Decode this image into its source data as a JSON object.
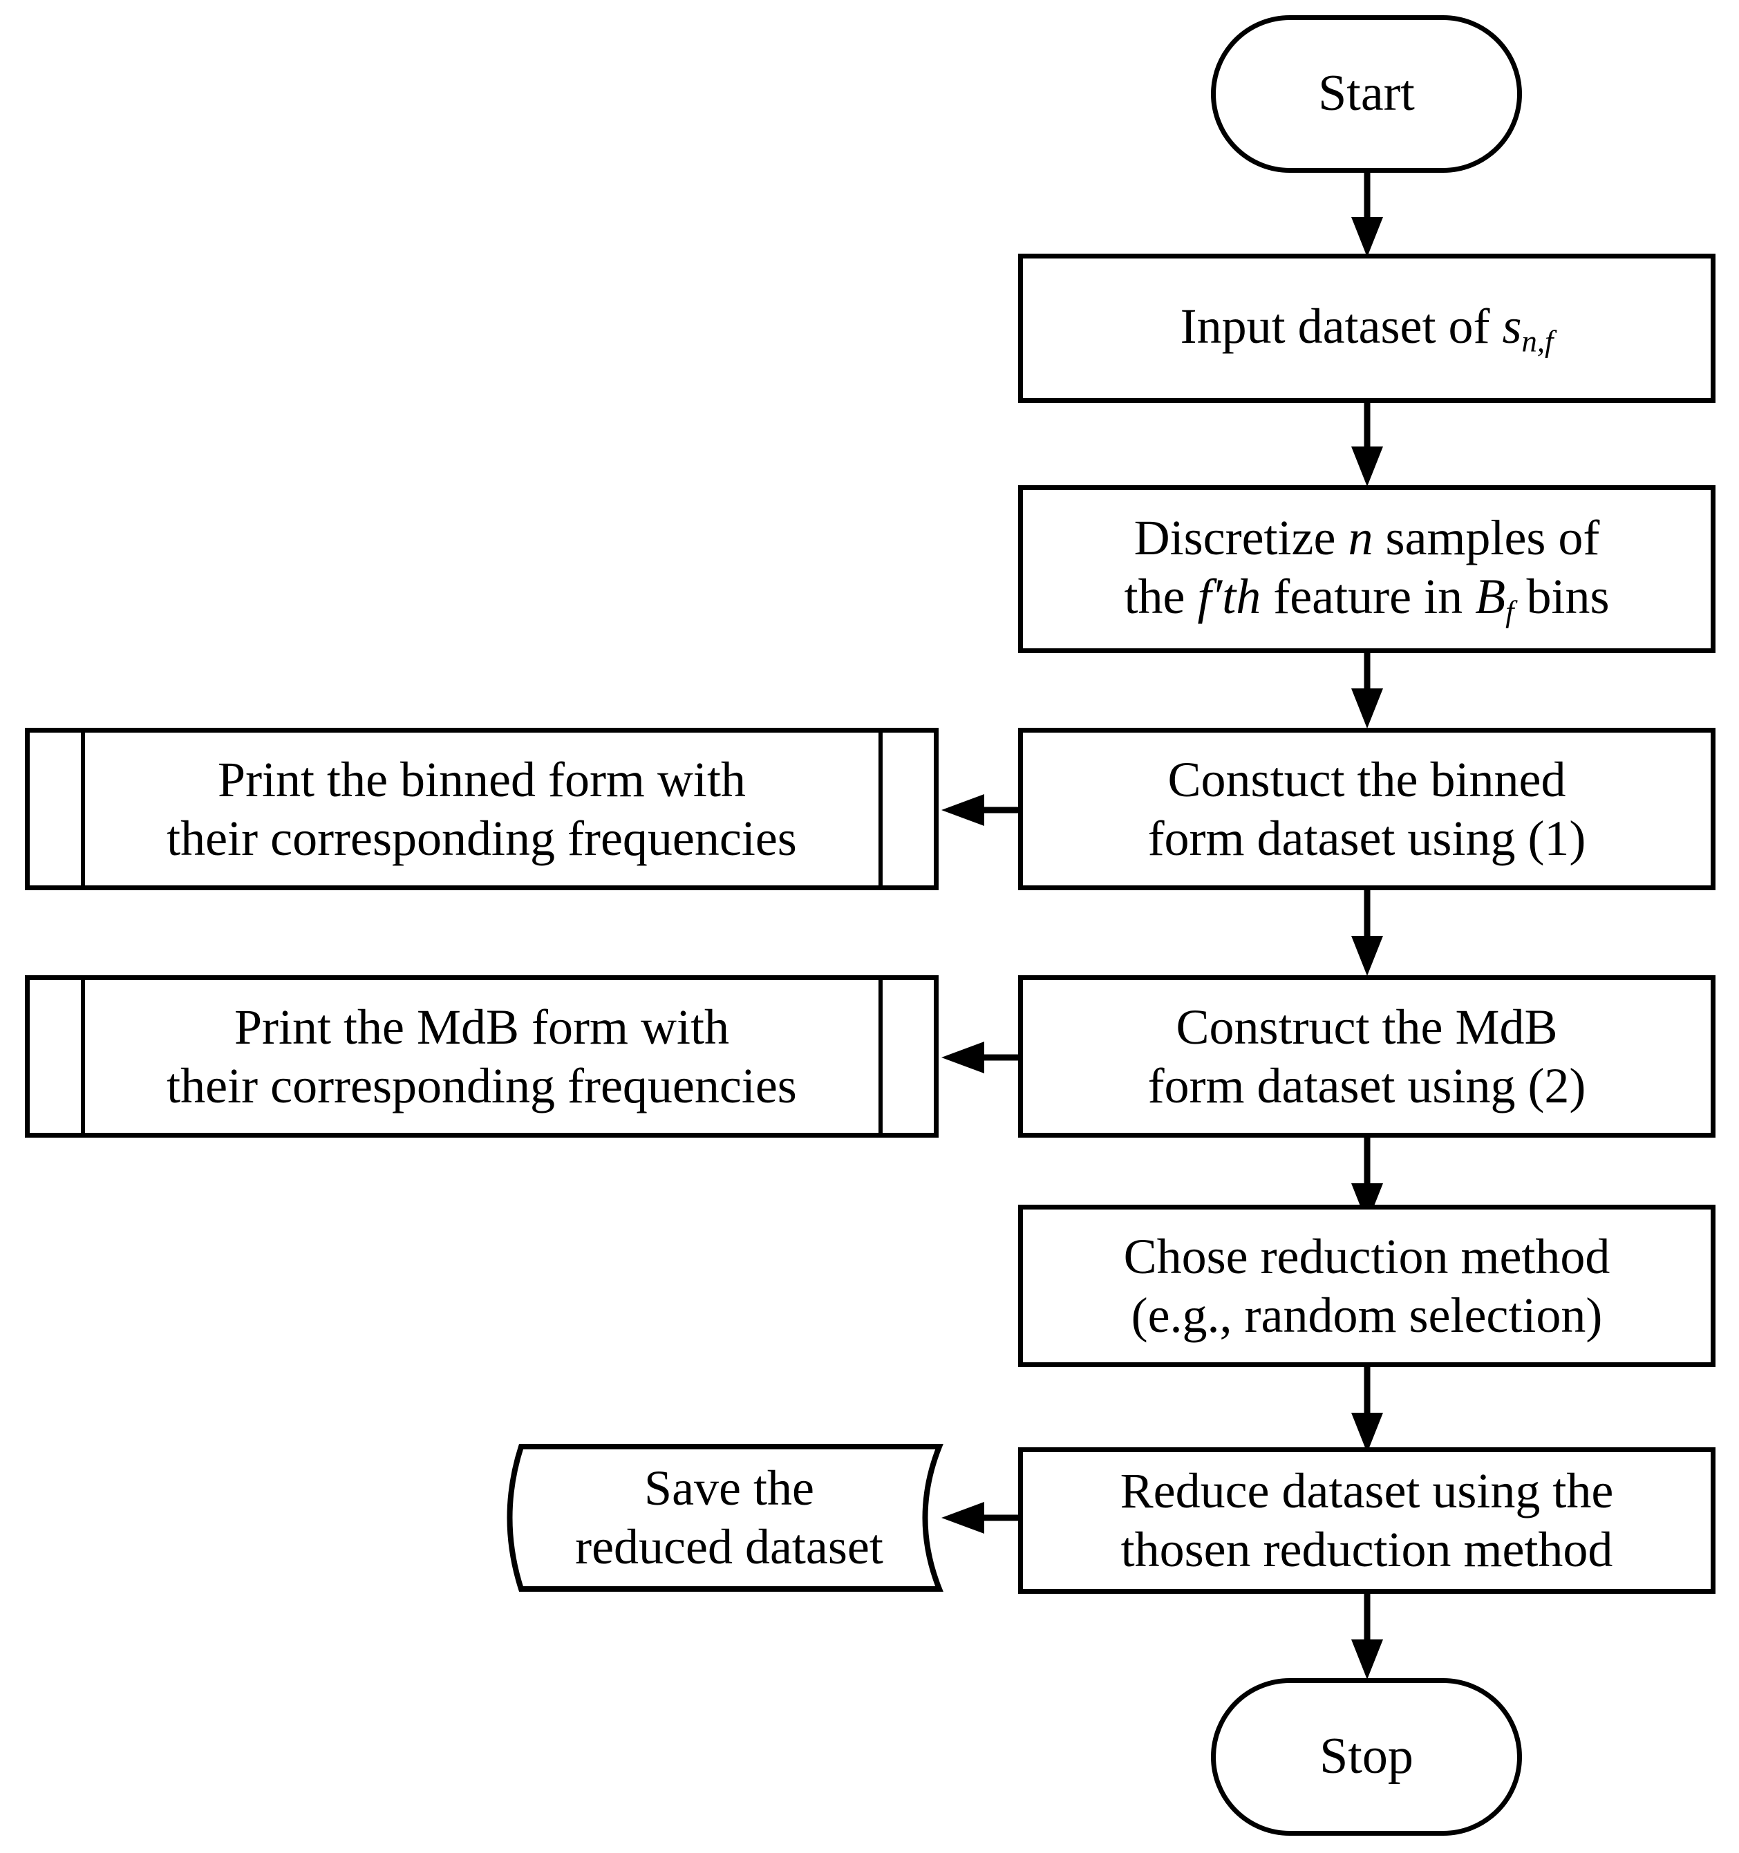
{
  "diagram": {
    "title": "Dataset binning and reduction flowchart",
    "stroke_color": "#000000",
    "background_color": "#ffffff"
  },
  "nodes": {
    "start": {
      "label": "Start",
      "shape": "terminal"
    },
    "input_dataset": {
      "label_prefix": "Input dataset of ",
      "symbol": "s",
      "symbol_subscript": "n,f",
      "shape": "process"
    },
    "discretize": {
      "line1_a": "Discretize ",
      "line1_var": "n",
      "line1_b": " samples of",
      "line2_a": "the ",
      "line2_var": "f′th",
      "line2_b": " feature in ",
      "line2_sym": "B",
      "line2_sub": "f",
      "line2_c": " bins",
      "shape": "process"
    },
    "construct_binned": {
      "label": "Constuct the binned\nform dataset using (1)",
      "shape": "process"
    },
    "print_binned": {
      "label": "Print the binned form with\ntheir corresponding frequencies",
      "shape": "predefined-process"
    },
    "construct_mdb": {
      "label": "Construct the MdB\nform dataset using (2)",
      "shape": "process"
    },
    "print_mdb": {
      "label": "Print the MdB form with\ntheir corresponding frequencies",
      "shape": "predefined-process"
    },
    "choose_method": {
      "label": "Chose reduction method\n(e.g., random selection)",
      "shape": "process"
    },
    "reduce_dataset": {
      "label": "Reduce dataset using the\nthosen reduction method",
      "shape": "process"
    },
    "save_dataset": {
      "label": "Save the\nreduced dataset",
      "shape": "stored-data"
    },
    "stop": {
      "label": "Stop",
      "shape": "terminal"
    }
  },
  "edges": [
    {
      "name": "start-to-input",
      "direction": "down"
    },
    {
      "name": "input-to-discretize",
      "direction": "down"
    },
    {
      "name": "discretize-to-construct-binned",
      "direction": "down"
    },
    {
      "name": "construct-binned-to-print-binned",
      "direction": "left"
    },
    {
      "name": "construct-binned-to-construct-mdb",
      "direction": "down"
    },
    {
      "name": "construct-mdb-to-print-mdb",
      "direction": "left"
    },
    {
      "name": "construct-mdb-to-choose",
      "direction": "down"
    },
    {
      "name": "choose-to-reduce",
      "direction": "down"
    },
    {
      "name": "reduce-to-save",
      "direction": "left"
    },
    {
      "name": "reduce-to-stop",
      "direction": "down"
    }
  ]
}
